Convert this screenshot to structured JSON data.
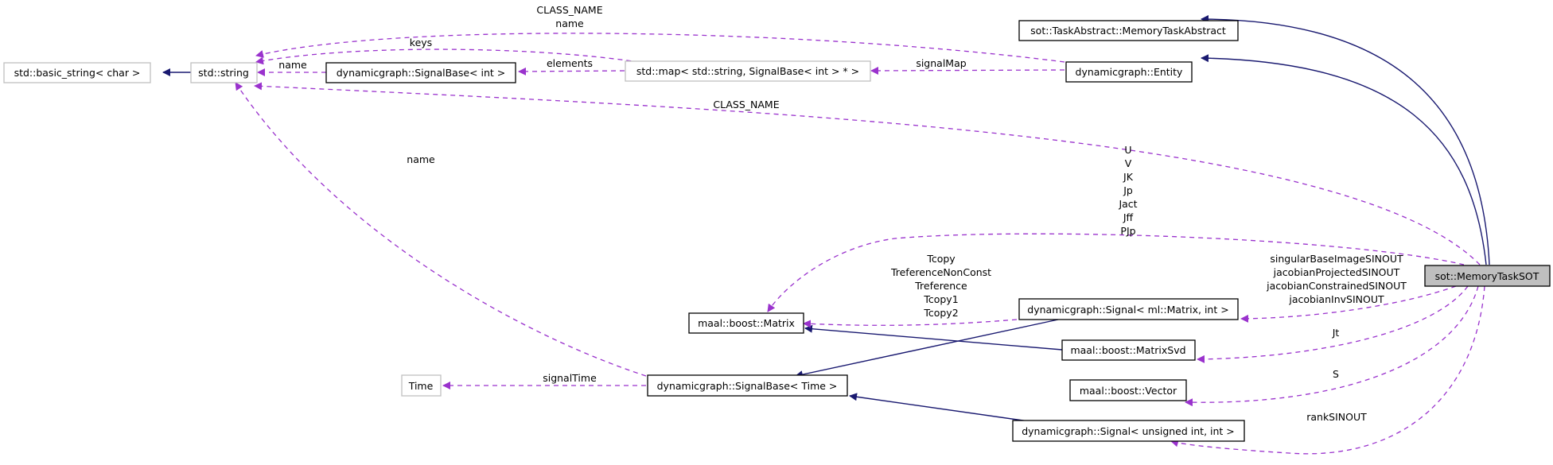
{
  "nodes": {
    "basic_string": "std::basic_string< char >",
    "std_string": "std::string",
    "signalbase_int": "dynamicgraph::SignalBase< int >",
    "std_map": "std::map< std::string, SignalBase< int > * >",
    "memory_task_abstract": "sot::TaskAbstract::MemoryTaskAbstract",
    "entity": "dynamicgraph::Entity",
    "memory_task_sot": "sot::MemoryTaskSOT",
    "maal_matrix": "maal::boost::Matrix",
    "signal_matrix": "dynamicgraph::Signal< ml::Matrix, int >",
    "matrix_svd": "maal::boost::MatrixSvd",
    "time": "Time",
    "signalbase_time": "dynamicgraph::SignalBase< Time >",
    "maal_vector": "maal::boost::Vector",
    "signal_uint": "dynamicgraph::Signal< unsigned int, int >"
  },
  "edge_labels": {
    "string_class_name_top": "CLASS_NAME",
    "string_name_top": "name",
    "string_keys": "keys",
    "signalbase_int_name": "name",
    "map_elements": "elements",
    "entity_signal_map": "signalMap",
    "string_class_name_mid": "CLASS_NAME",
    "signalbase_time_name": "name",
    "matrix_members": [
      "U",
      "V",
      "JK",
      "Jp",
      "Jact",
      "Jff",
      "PJp"
    ],
    "signal_matrix_members": [
      "Tcopy",
      "TreferenceNonConst",
      "Treference",
      "Tcopy1",
      "Tcopy2"
    ],
    "sot_signal_matrix_members": [
      "singularBaseImageSINOUT",
      "jacobianProjectedSINOUT",
      "jacobianConstrainedSINOUT",
      "jacobianInvSINOUT"
    ],
    "svd_member": "Jt",
    "vector_member": "S",
    "signal_time": "signalTime",
    "rank_member": "rankSINOUT"
  },
  "colors": {
    "inheritance": "#191970",
    "usage": "#9a32cd",
    "focus_fill": "#bfbfbf",
    "undocumented_border": "#bfbfbf"
  }
}
